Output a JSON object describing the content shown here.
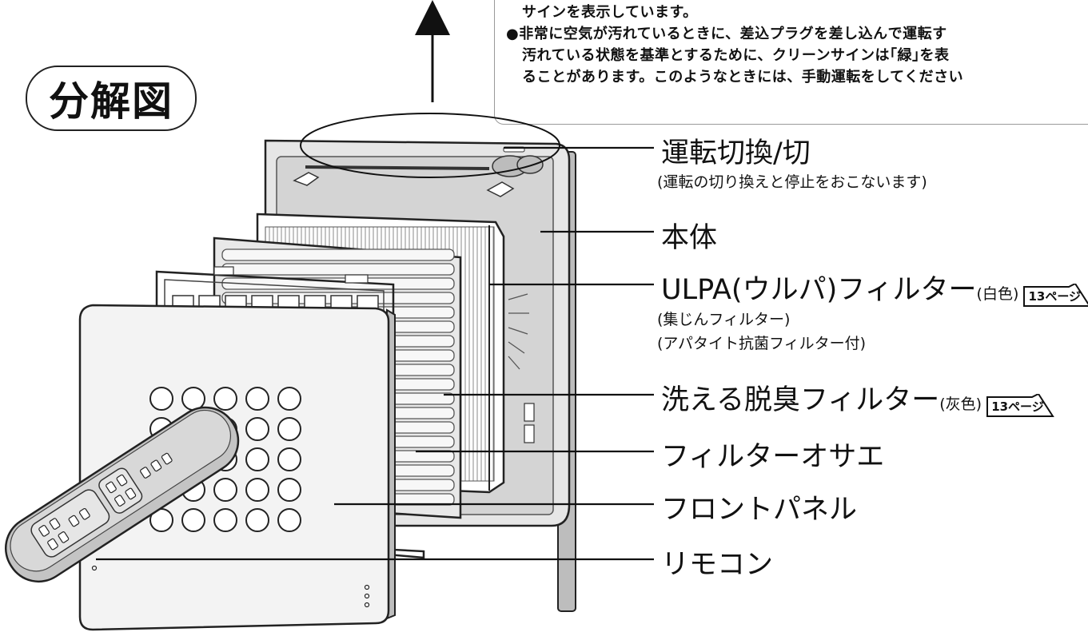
{
  "title": "分解図",
  "note_lines": [
    "サインを表示しています。",
    "●非常に空気が汚れているときに、差込プラグを差し込んで運転す",
    "汚れている状態を基準とするために、クリーンサインは｢緑｣を表",
    "ることがあります。このようなときには、手動運転をしてください"
  ],
  "labels": {
    "switch": "運転切換/切",
    "switch_note": "(運転の切り換えと停止をおこないます)",
    "body": "本体",
    "ulpa": "ULPA(ウルパ)フィルター",
    "ulpa_color": "(白色)",
    "ulpa_note1": "(集じんフィルター)",
    "ulpa_note2": "(アパタイト抗菌フィルター付)",
    "deodor": "洗える脱臭フィルター",
    "deodor_color": "(灰色)",
    "presser": "フィルターオサエ",
    "front": "フロントパネル",
    "remote": "リモコン"
  },
  "page_refs": {
    "ulpa": "13ページ",
    "deodor": "13ページ"
  }
}
